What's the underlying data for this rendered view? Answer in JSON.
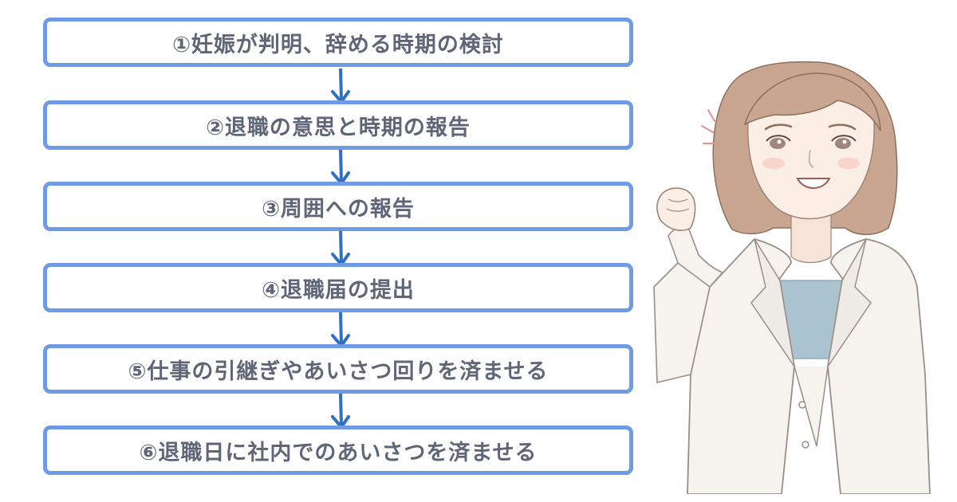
{
  "steps": [
    {
      "label": "①妊娠が判明、辞める時期の検討"
    },
    {
      "label": "②退職の意思と時期の報告"
    },
    {
      "label": "③周囲への報告"
    },
    {
      "label": "④退職届の提出"
    },
    {
      "label": "⑤仕事の引継ぎやあいさつ回りを済ませる"
    },
    {
      "label": "⑥退職日に社内でのあいさつを済ませる"
    }
  ],
  "colors": {
    "box_border": "#6f9ae6",
    "arrow": "#2f6fc4",
    "text": "#5e6678"
  },
  "illustration": {
    "icon": "woman-in-white-coat-fist-pump-icon"
  }
}
